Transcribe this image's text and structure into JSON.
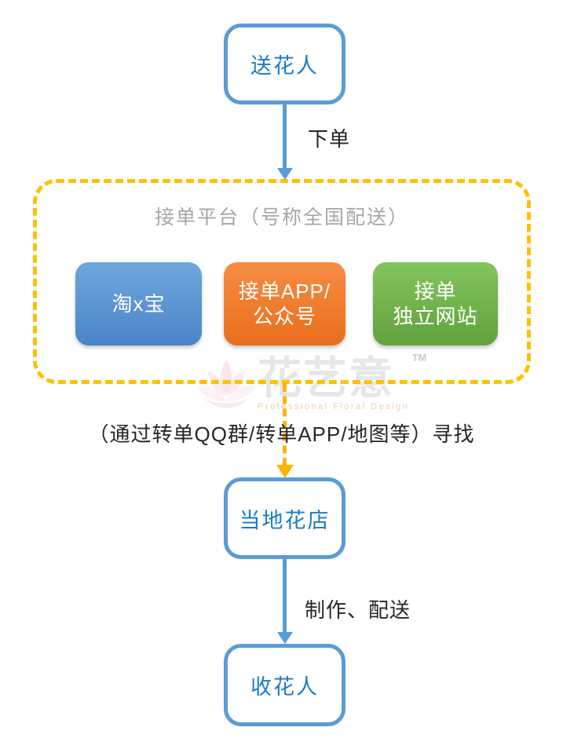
{
  "diagram": {
    "nodes": {
      "sender": {
        "label": "送花人"
      },
      "local_shop": {
        "label": "当地花店"
      },
      "receiver": {
        "label": "收花人"
      }
    },
    "platform_group": {
      "title": "接单平台（号称全国配送）",
      "platforms": [
        {
          "label": "淘x宝",
          "color": "#5B9BD5"
        },
        {
          "label_line1": "接单APP/",
          "label_line2": "公众号",
          "color": "#ED7D31"
        },
        {
          "label_line1": "接单",
          "label_line2": "独立网站",
          "color": "#70AD47"
        }
      ]
    },
    "edges": {
      "order": {
        "label": "下单"
      },
      "find": {
        "label": "（通过转单QQ群/转单APP/地图等）寻找"
      },
      "deliver": {
        "label": "制作、配送"
      }
    },
    "colors": {
      "node_border": "#5B9BD5",
      "node_text": "#1B7BC9",
      "arrow_blue": "#5B9BD5",
      "dashed_gold": "#FFC000",
      "title_gray": "#A6A6A6",
      "label_text": "#262626"
    }
  },
  "watermark": {
    "brand": "花艺意",
    "tm": "TM",
    "subtitle": "Professional Floral Design"
  }
}
